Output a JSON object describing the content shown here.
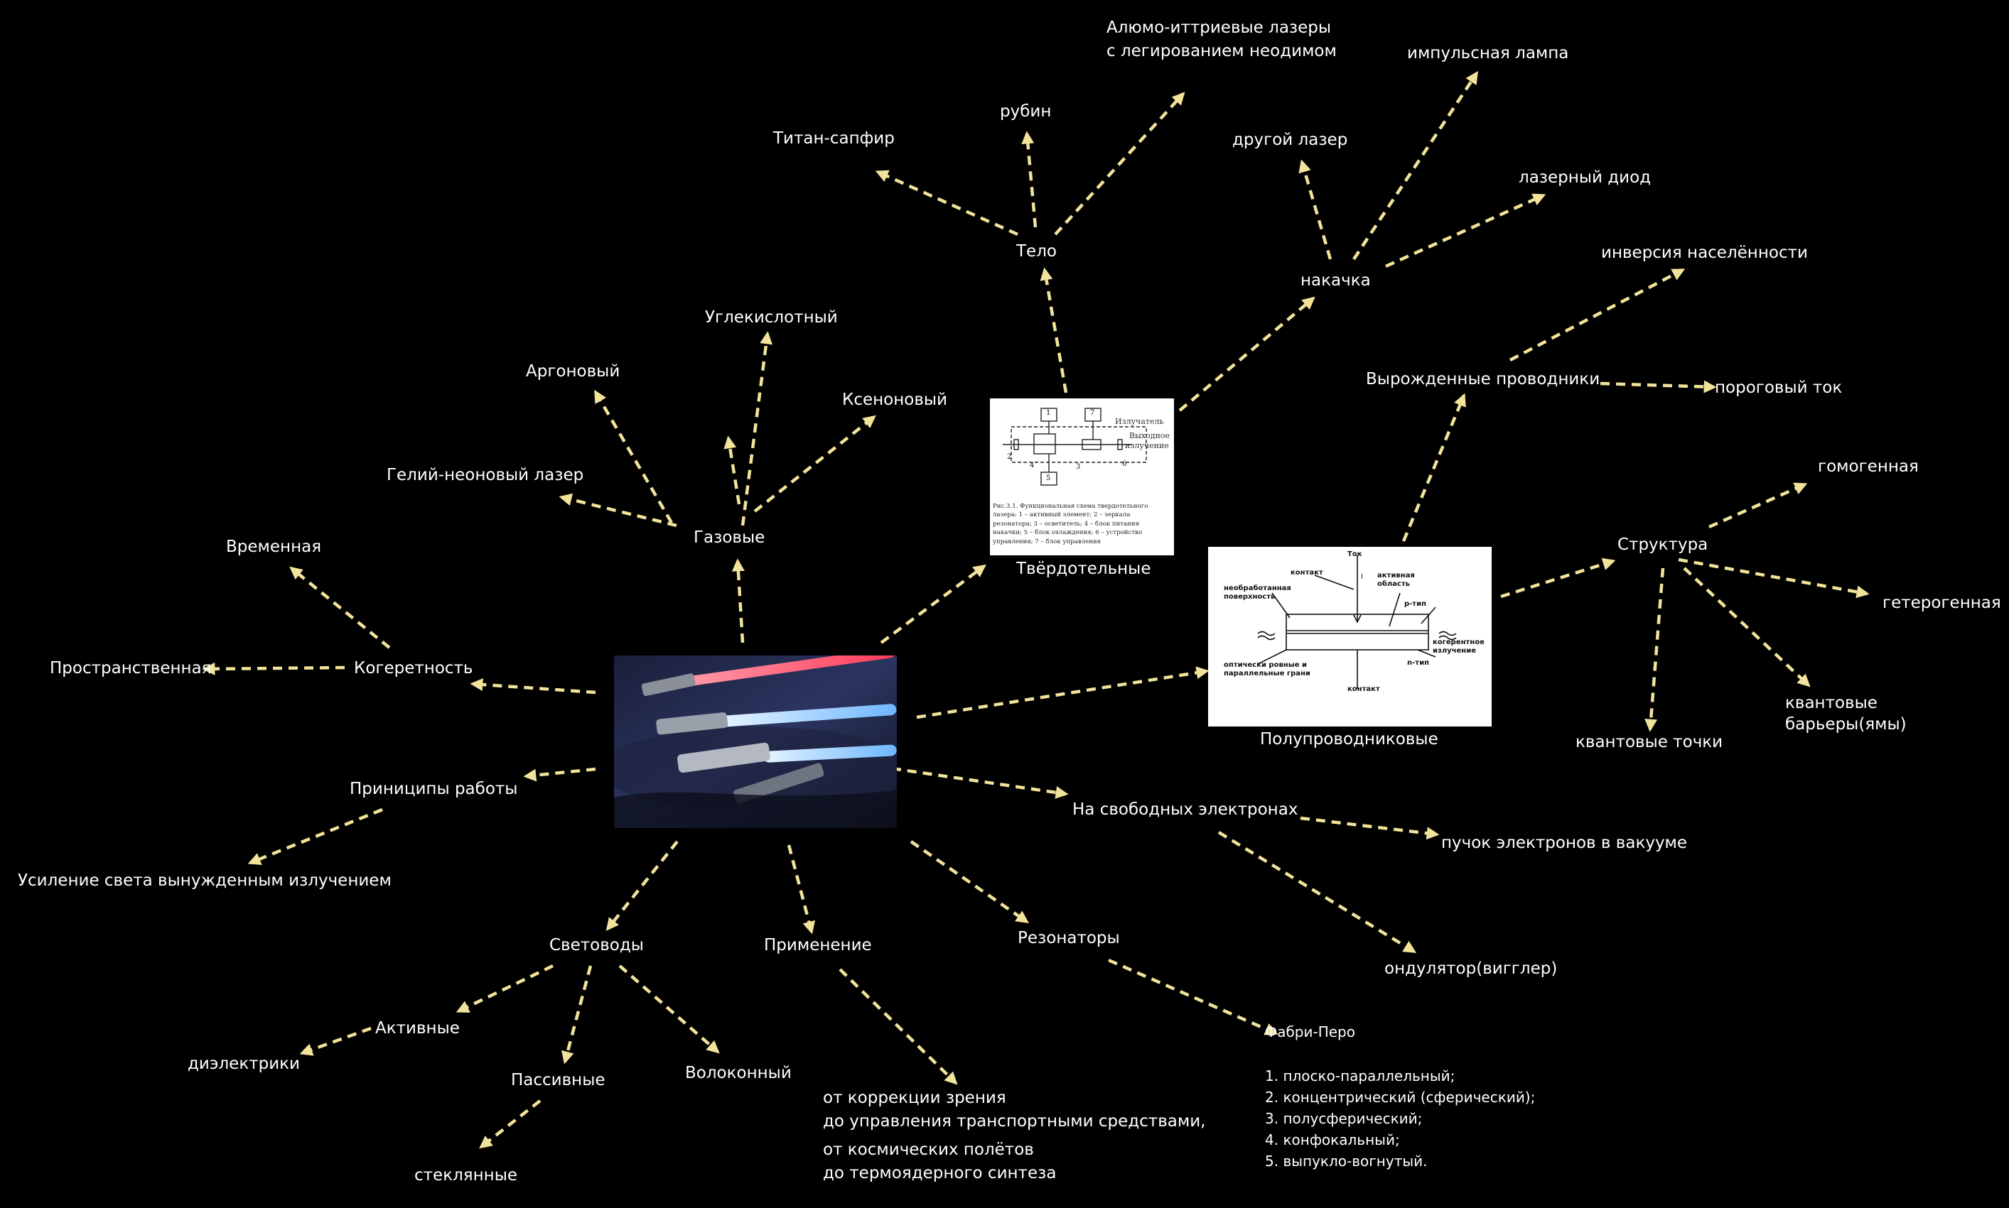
{
  "colors": {
    "background": "#000000",
    "arrow": "#f2e39a",
    "text": "#ffffff"
  },
  "center": {
    "icon": "lightsaber-photo"
  },
  "solid_state": {
    "label": "Твёрдотельные",
    "figure": {
      "labels": {
        "emitter": "Излучатель",
        "output": "Выходное",
        "output2": "излучение"
      },
      "blocks": [
        "1",
        "2",
        "3",
        "4",
        "5",
        "6",
        "7"
      ],
      "caption": [
        "Рис.3.1. Функциональная схема твердотельного",
        "лазера: 1 – активный элемент; 2 – зеркала",
        "резонатора; 3 – осветитель; 4 – блок питания",
        "накачки; 5 – блок охлаждения; 6 – устройство",
        "управления; 7 – блок управления"
      ]
    },
    "body": "Тело",
    "body_items": [
      "Титан-сапфир",
      "рубин"
    ],
    "yag": [
      "Алюмо-иттриевые лазеры",
      "с легированием неодимом"
    ],
    "pump": "накачка",
    "pump_items": [
      "другой лазер",
      "импульсная лампа",
      "лазерный диод"
    ]
  },
  "semiconductor": {
    "label": "Полупроводниковые",
    "figure": {
      "current": "Ток",
      "contact_top": "контакт",
      "rough": [
        "необработанная",
        "поверхность"
      ],
      "active": [
        "активная",
        "область"
      ],
      "p": "p-тип",
      "n": "n-тип",
      "coherent": [
        "когерентное",
        "излучение"
      ],
      "faces": [
        "оптически ровные и",
        "параллельные грани"
      ],
      "contact_bottom": "контакт",
      "marker": "I"
    },
    "degenerate": "Вырожденные проводники",
    "inversion": "инверсия населённости",
    "threshold": "пороговый ток",
    "structure": "Структура",
    "structure_items": {
      "homo": "гомогенная",
      "hetero": "гетерогенная",
      "wells": [
        "квантовые",
        "барьеры(ямы)"
      ],
      "dots": "квантовые точки"
    }
  },
  "gas": {
    "label": "Газовые",
    "items": [
      "Углекислотный",
      "Аргоновый",
      "Ксеноновый",
      "Гелий-неоновый лазер"
    ]
  },
  "coherence": {
    "label": "Когеретность",
    "items": [
      "Временная",
      "Пространственная"
    ]
  },
  "principles": {
    "label": "Приниципы работы",
    "item": "Усиление света вынужденным излучением"
  },
  "fibers": {
    "label": "Световоды",
    "active": "Активные",
    "dielectrics": "диэлектрики",
    "passive": "Пассивные",
    "glass": "стеклянные",
    "fiber": "Волоконный"
  },
  "application": {
    "label": "Применение",
    "text": [
      "от коррекции зрения",
      "до управления транспортными средствами,",
      "от космических полётов",
      "до термоядерного синтеза"
    ]
  },
  "resonators": {
    "label": "Резонаторы",
    "fp": "Фабри-Перо",
    "list": [
      "1. плоско-параллельный;",
      "2. концентрический (сферический);",
      "3. полусферический;",
      "4. конфокальный;",
      "5. выпукло-вогнутый."
    ]
  },
  "free_electron": {
    "label": "На свободных электронах",
    "beam": "пучок электронов в вакууме",
    "undulator": "ондулятор(вигглер)"
  }
}
